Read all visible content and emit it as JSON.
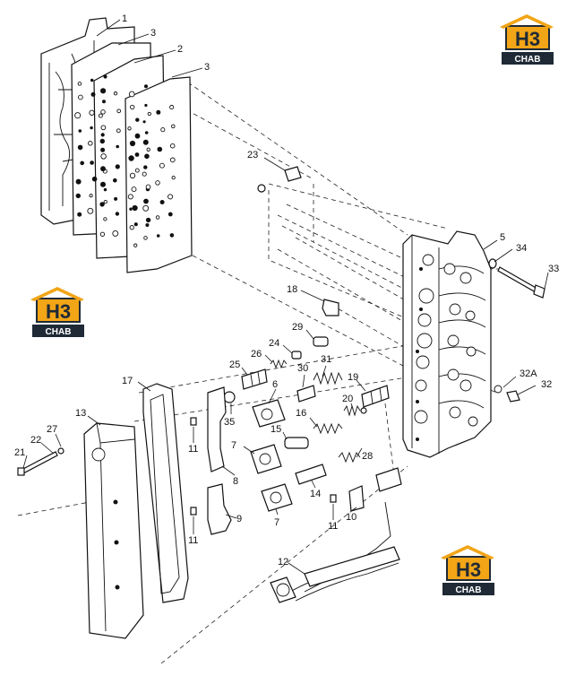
{
  "callouts": [
    {
      "id": "c1",
      "label": "1"
    },
    {
      "id": "c3a",
      "label": "3"
    },
    {
      "id": "c2",
      "label": "2"
    },
    {
      "id": "c3b",
      "label": "3"
    },
    {
      "id": "c23",
      "label": "23"
    },
    {
      "id": "c5",
      "label": "5"
    },
    {
      "id": "c34",
      "label": "34"
    },
    {
      "id": "c33",
      "label": "33"
    },
    {
      "id": "c18",
      "label": "18"
    },
    {
      "id": "c29",
      "label": "29"
    },
    {
      "id": "c24",
      "label": "24"
    },
    {
      "id": "c26",
      "label": "26"
    },
    {
      "id": "c25",
      "label": "25"
    },
    {
      "id": "c30",
      "label": "30"
    },
    {
      "id": "c31",
      "label": "31"
    },
    {
      "id": "c19",
      "label": "19"
    },
    {
      "id": "c6",
      "label": "6"
    },
    {
      "id": "c35",
      "label": "35"
    },
    {
      "id": "c17",
      "label": "17"
    },
    {
      "id": "c20",
      "label": "20"
    },
    {
      "id": "c16",
      "label": "16"
    },
    {
      "id": "c15",
      "label": "15"
    },
    {
      "id": "c32A",
      "label": "32A"
    },
    {
      "id": "c32",
      "label": "32"
    },
    {
      "id": "c13",
      "label": "13"
    },
    {
      "id": "c27",
      "label": "27"
    },
    {
      "id": "c22",
      "label": "22"
    },
    {
      "id": "c21",
      "label": "21"
    },
    {
      "id": "c11a",
      "label": "11"
    },
    {
      "id": "c7a",
      "label": "7"
    },
    {
      "id": "c8",
      "label": "8"
    },
    {
      "id": "c28",
      "label": "28"
    },
    {
      "id": "c14",
      "label": "14"
    },
    {
      "id": "c7b",
      "label": "7"
    },
    {
      "id": "c9",
      "label": "9"
    },
    {
      "id": "c11b",
      "label": "11"
    },
    {
      "id": "c11c",
      "label": "11"
    },
    {
      "id": "c10",
      "label": "10"
    },
    {
      "id": "c12",
      "label": "12"
    }
  ],
  "watermark": {
    "top_letters": "H3",
    "bottom_text": "CHAB",
    "color_orange": "#f2a516",
    "color_dark": "#1f2a36"
  },
  "colors": {
    "line": "#111111",
    "background": "#ffffff"
  }
}
